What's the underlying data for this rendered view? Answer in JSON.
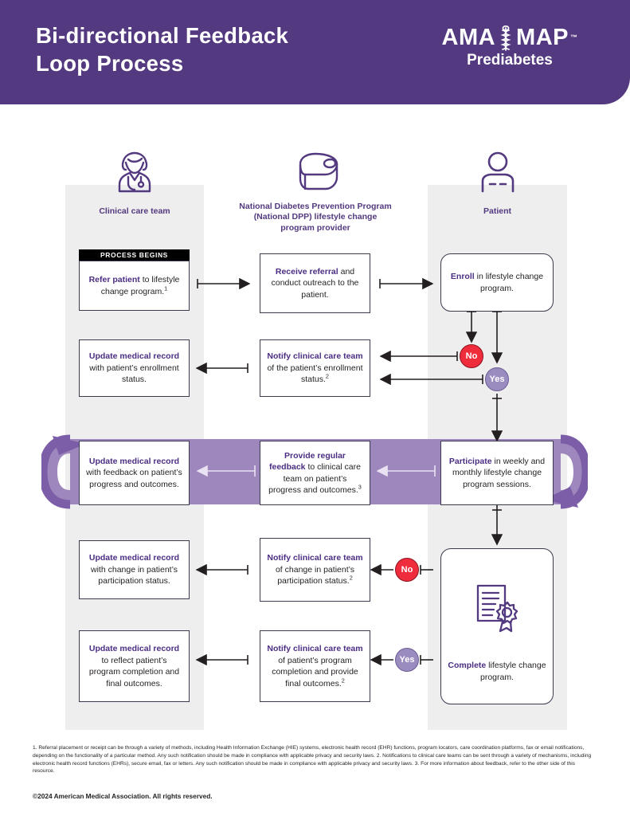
{
  "header": {
    "title_line1": "Bi-directional Feedback",
    "title_line2": "Loop Process",
    "logo_ama": "AMA",
    "logo_map": "MAP",
    "logo_tm": "™",
    "logo_sub": "Prediabetes",
    "brand_color": "#53397f"
  },
  "columns": [
    {
      "id": "clinical-care-team",
      "label": "Clinical care team",
      "icon": "doctor-icon"
    },
    {
      "id": "dpp-provider",
      "label_line1": "National Diabetes Prevention Program",
      "label_line2": "(National DPP) lifestyle change",
      "label_line3": "program provider",
      "icon": "scale-icon"
    },
    {
      "id": "patient",
      "label": "Patient",
      "icon": "person-icon"
    }
  ],
  "ribbon": {
    "process_begins": "PROCESS BEGINS"
  },
  "boxes": {
    "refer_patient": {
      "bold": "Refer patient",
      "rest": " to lifestyle change program.",
      "note": "1"
    },
    "receive_referral": {
      "bold": "Receive referral",
      "rest": " and conduct outreach to the patient.",
      "note": ""
    },
    "enroll": {
      "bold": "Enroll",
      "rest": " in lifestyle change program.",
      "note": ""
    },
    "update_enroll": {
      "bold": "Update medical record",
      "rest": " with patient’s enrollment status.",
      "note": ""
    },
    "notify_enroll": {
      "bold": "Notify clinical care team",
      "rest": " of the patient’s enrollment status.",
      "note": "2"
    },
    "update_feedback": {
      "bold": "Update medical record",
      "rest": " with feedback on patient’s progress and outcomes.",
      "note": ""
    },
    "provide_feedback": {
      "bold": "Provide regular feedback",
      "rest": " to clinical care team on patient’s progress and outcomes.",
      "note": "3"
    },
    "participate": {
      "bold": "Participate",
      "rest": " in weekly and monthly lifestyle change program sessions.",
      "note": ""
    },
    "update_particip": {
      "bold": "Update medical record",
      "rest": " with change in patient’s participation status.",
      "note": ""
    },
    "notify_particip": {
      "bold": "Notify clinical care team",
      "rest": " of change in patient’s participation status.",
      "note": "2"
    },
    "complete": {
      "bold": "Complete",
      "rest": " lifestyle change program.",
      "note": ""
    },
    "update_complete": {
      "bold": "Update medical record",
      "rest": " to reflect patient’s program completion and final outcomes.",
      "note": ""
    },
    "notify_complete": {
      "bold": "Notify clinical care team",
      "rest": " of patient’s program completion and provide final outcomes.",
      "note": "2"
    }
  },
  "badges": {
    "no_enroll": {
      "label": "No",
      "color": "#ee2c3c"
    },
    "yes_enroll": {
      "label": "Yes",
      "color": "#9b8cc0"
    },
    "no_particip": {
      "label": "No",
      "color": "#ee2c3c"
    },
    "yes_complete": {
      "label": "Yes",
      "color": "#9b8cc0"
    }
  },
  "footnotes": "1. Referral placement or receipt can be through a variety of methods, including Health Information Exchange (HIE) systems, electronic health record (EHR) functions, program locators, care coordination platforms, fax or email notifications, depending on the functionality of a particular method. Any such notification should be made in compliance with applicable privacy and security laws. 2. Notifications to clinical care teams can be sent through a variety of mechanisms, including electronic health record functions (EHRs), secure email, fax or letters. Any such notification should be made in compliance with applicable privacy and security laws. 3. For more information about feedback, refer to the other side of this resource.",
  "copyright": "©2024 American Medical Association. All rights reserved."
}
